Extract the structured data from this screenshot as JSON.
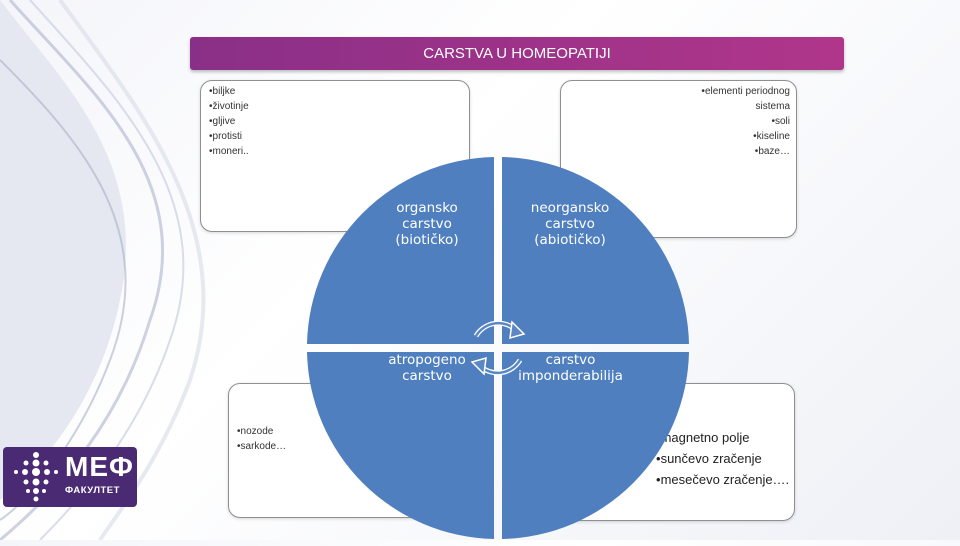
{
  "title": "CARSTVA U HOMEOPATIJI",
  "boxes": {
    "top_left": [
      "biljke",
      "životinje",
      "gljive",
      "protisti",
      "moneri.."
    ],
    "top_right": [
      "elementi periodnog sistema",
      "soli",
      "kiseline",
      "baze…"
    ],
    "bottom_left": [
      "nozode",
      "sarkode…"
    ],
    "bottom_right": [
      "magnetno polje",
      "sunčevo zračenje",
      "mesečevo zračenje…."
    ]
  },
  "quadrants": {
    "q1": "organsko carstvo (biotičko)",
    "q2": "neorgansko carstvo (abiotičko)",
    "q3": "atropogeno carstvo",
    "q4": "carstvo imponderabilija"
  },
  "logo": {
    "main": "МЕФ",
    "sub": "ФАКУЛТЕТ"
  },
  "colors": {
    "quadrant": "#4f7fbf",
    "title_bar": "#9b3288",
    "logo_bg": "#4b2a74"
  }
}
